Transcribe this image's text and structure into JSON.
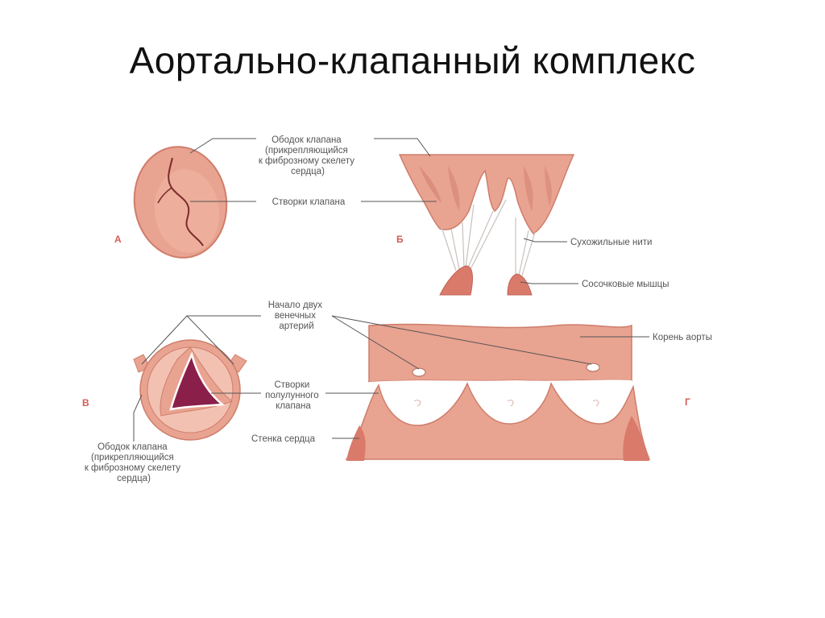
{
  "title": "Аортально-клапанный комплекс",
  "panels": {
    "a": {
      "letter": "А"
    },
    "b": {
      "letter": "Б"
    },
    "v": {
      "letter": "В"
    },
    "g": {
      "letter": "Г"
    }
  },
  "labels": {
    "rim_top": [
      "Ободок клапана",
      "(прикрепляющийся",
      "к фиброзному скелету",
      "сердца)"
    ],
    "valve_leaflets": "Створки клапана",
    "chordae": "Сухожильные нити",
    "papillary": "Сосочковые мышцы",
    "coronary": [
      "Начало двух",
      "венечных",
      "артерий"
    ],
    "aortic_root": "Корень аорты",
    "semilunar": [
      "Створки",
      "полулунного",
      "клапана"
    ],
    "heart_wall": "Стенка сердца",
    "rim_bottom": [
      "Ободок клапана",
      "(прикрепляющийся",
      "к фиброзному скелету",
      "сердца)"
    ]
  },
  "colors": {
    "tissue": "#e9a391",
    "tissue_light": "#f2c1b2",
    "tissue_dark": "#cf7d6b",
    "muscle": "#d97a6a",
    "lumen": "#8a1f4a",
    "panel_letter": "#d35b56",
    "label_text": "#555555"
  }
}
